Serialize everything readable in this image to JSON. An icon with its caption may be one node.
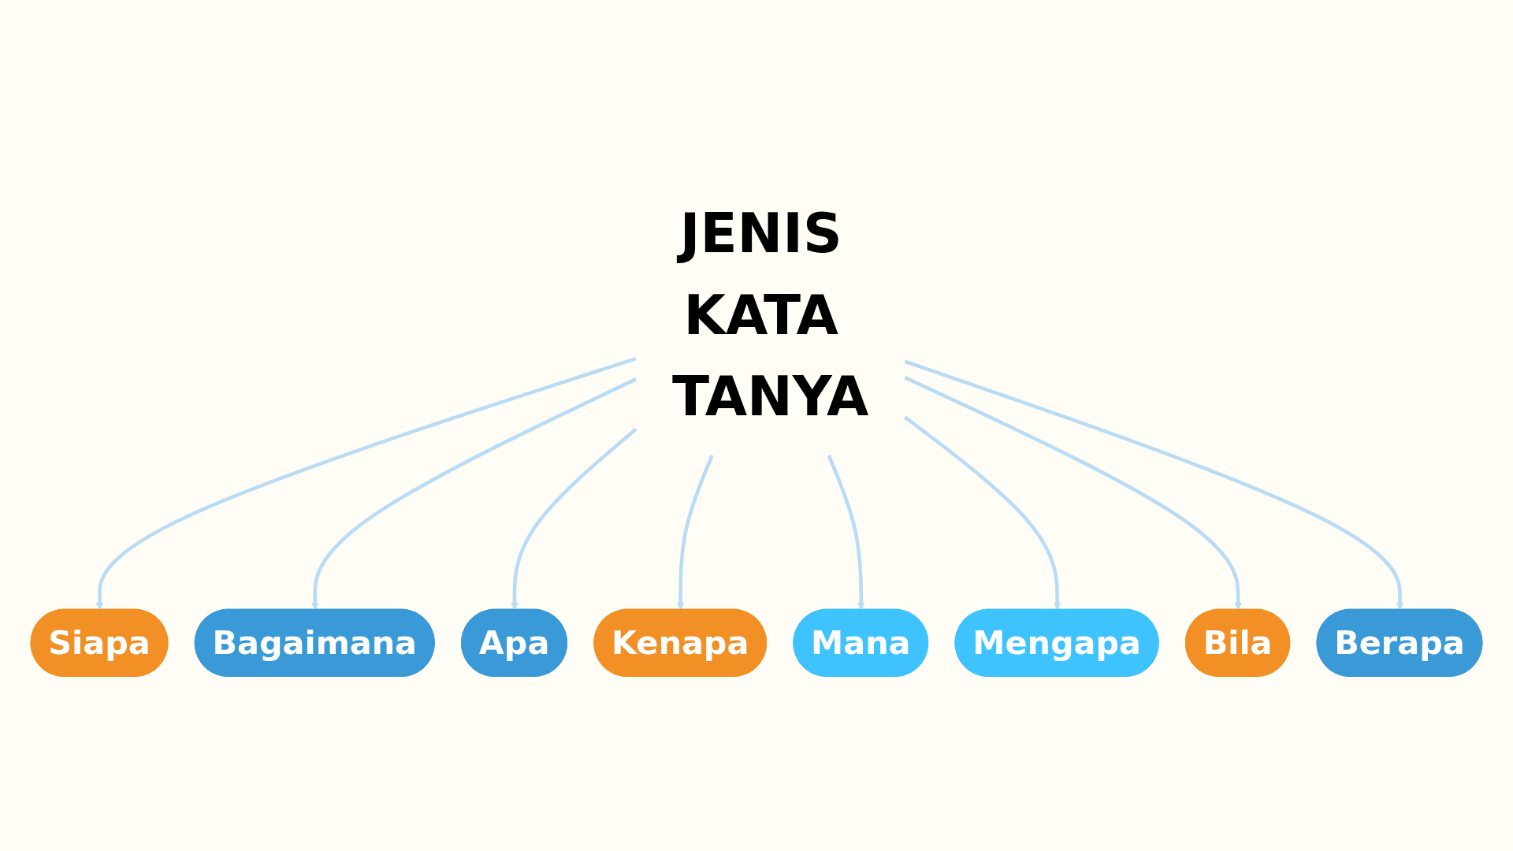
{
  "diagram": {
    "nodes": [
      {
        "text": [
          "JENIS KATA TANYA"
        ]
      },
      {
        "text": [
          "Siapa"
        ]
      },
      {
        "text": [
          "Bagaimana"
        ]
      },
      {
        "text": [
          "Apa"
        ]
      },
      {
        "text": [
          "Kenapa"
        ]
      },
      {
        "text": [
          "Mana"
        ]
      },
      {
        "text": [
          "Mengapa"
        ]
      },
      {
        "text": [
          "Bila"
        ]
      },
      {
        "text": [
          "Berapa"
        ]
      }
    ],
    "edges": [
      {
        "from": 0,
        "to": 1,
        "arrow": "to"
      },
      {
        "from": 0,
        "to": 2,
        "arrow": "to"
      },
      {
        "from": 0,
        "to": 3,
        "arrow": "to"
      },
      {
        "from": 0,
        "to": 4,
        "arrow": "to"
      },
      {
        "from": 0,
        "to": 5,
        "arrow": "to"
      },
      {
        "from": 0,
        "to": 6,
        "arrow": "to"
      },
      {
        "from": 0,
        "to": 7,
        "arrow": "to"
      },
      {
        "from": 0,
        "to": 8,
        "arrow": "to"
      }
    ]
  }
}
